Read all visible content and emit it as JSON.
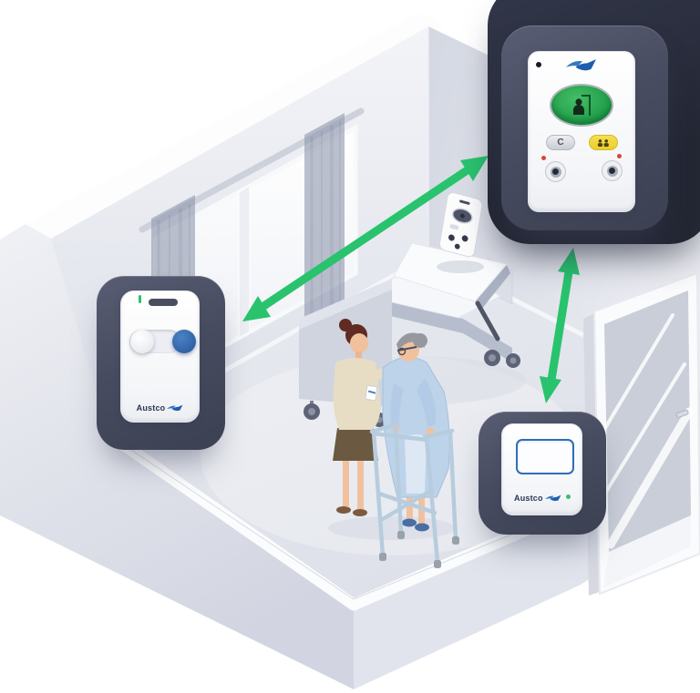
{
  "scene": {
    "description": "Isometric hospital room illustration: a caregiver assists an elderly patient with a walking frame beside a hospital bed, while Austco nurse-call devices on the walls are linked by green double-headed wireless-connection arrows.",
    "brand": "Austco",
    "colors": {
      "accent_green": "#29c36e",
      "frame_slate": "#474c60",
      "brand_blue": "#2f6db8",
      "alert_yellow": "#f1d63c",
      "alert_red": "#d8453a"
    },
    "devices": {
      "call_point": {
        "brand_label": "Austco"
      },
      "patient_station": {
        "cancel_label": "C"
      },
      "room_unit": {
        "brand_label": "Austco"
      }
    },
    "connections": [
      {
        "from": "call_point",
        "to": "patient_station"
      },
      {
        "from": "patient_station",
        "to": "room_unit"
      }
    ]
  }
}
